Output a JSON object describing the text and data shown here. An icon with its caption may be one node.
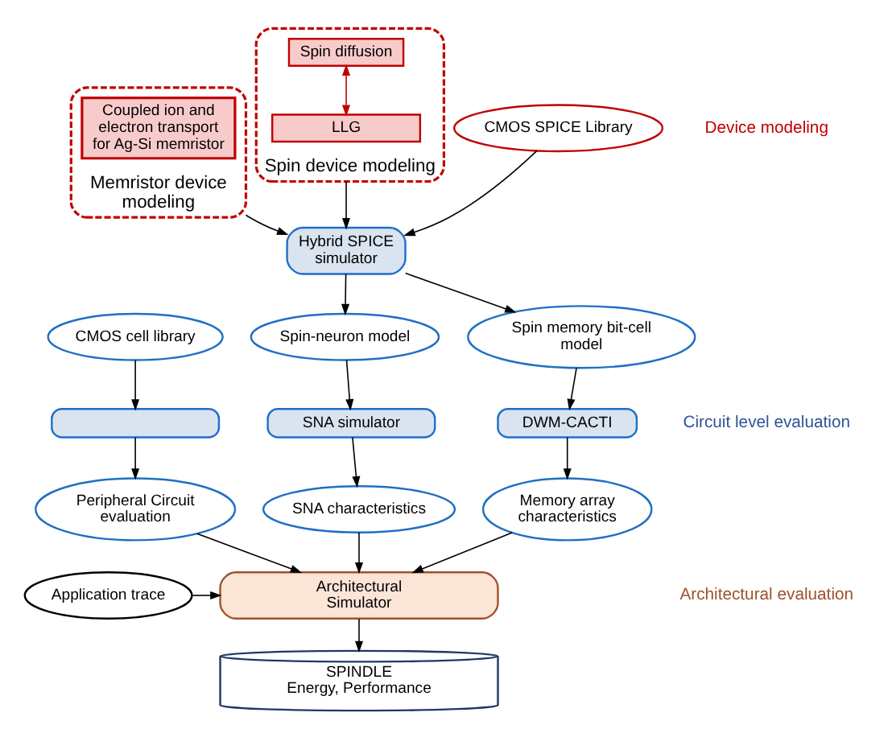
{
  "diagram": {
    "nodes": [
      {
        "text": [
          "Memristor device modeling"
        ]
      },
      {
        "text": [
          "Coupled ion and electron transport for Ag-Si memristor"
        ],
        "in": 0
      },
      {
        "text": [
          "Spin device modeling"
        ]
      },
      {
        "text": [
          "Spin diffusion"
        ],
        "in": 2
      },
      {
        "text": [
          "LLG"
        ],
        "in": 2
      },
      {
        "text": [
          "CMOS SPICE Library"
        ]
      },
      {
        "text": [
          "Hybrid SPICE simulator"
        ]
      },
      {
        "text": [
          "CMOS cell library"
        ]
      },
      {
        "text": [
          "Spin-neuron model"
        ]
      },
      {
        "text": [
          "Spin memory bit-cell model"
        ]
      },
      {
        "text": [],
        "shape": "box"
      },
      {
        "text": [
          "SNA simulator"
        ]
      },
      {
        "text": [
          "DWM-CACTI"
        ]
      },
      {
        "text": [
          "Peripheral Circuit evaluation"
        ]
      },
      {
        "text": [
          "SNA characteristics"
        ]
      },
      {
        "text": [
          "Memory array characteristics"
        ]
      },
      {
        "text": [
          "Application trace"
        ]
      },
      {
        "text": [
          "Architectural Simulator"
        ]
      },
      {
        "text": [
          "SPINDLE",
          "Energy, Performance"
        ]
      }
    ],
    "edges": [
      {
        "from": 3,
        "to": 4,
        "arrow": "both",
        "color": "#c00000"
      },
      {
        "from": 0,
        "to": 6,
        "arrow": "to"
      },
      {
        "from": 2,
        "to": 6,
        "arrow": "to"
      },
      {
        "from": 5,
        "to": 6,
        "arrow": "to"
      },
      {
        "from": 6,
        "to": 8,
        "arrow": "to"
      },
      {
        "from": 6,
        "to": 9,
        "arrow": "to"
      },
      {
        "from": 7,
        "to": 10,
        "arrow": "to"
      },
      {
        "from": 8,
        "to": 11,
        "arrow": "to"
      },
      {
        "from": 9,
        "to": 12,
        "arrow": "to"
      },
      {
        "from": 10,
        "to": 13,
        "arrow": "to"
      },
      {
        "from": 11,
        "to": 14,
        "arrow": "to"
      },
      {
        "from": 12,
        "to": 15,
        "arrow": "to"
      },
      {
        "from": 13,
        "to": 17,
        "arrow": "to"
      },
      {
        "from": 14,
        "to": 17,
        "arrow": "to"
      },
      {
        "from": 15,
        "to": 17,
        "arrow": "to"
      },
      {
        "from": 16,
        "to": 17,
        "arrow": "to"
      },
      {
        "from": 17,
        "to": 18,
        "arrow": "to"
      }
    ],
    "labels": [
      "Device modeling",
      "Circuit level evaluation",
      "Architectural evaluation"
    ]
  }
}
